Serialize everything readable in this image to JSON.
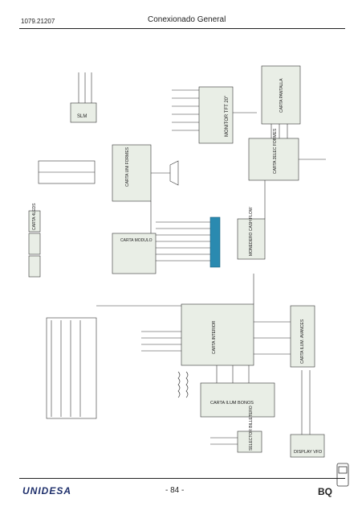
{
  "header": {
    "doc_code": "1079.21207",
    "title": "Conexionado General"
  },
  "footer": {
    "logo": "UNIDESA",
    "page": "- 84 -",
    "model": "BQ"
  },
  "diagram": {
    "labels": {
      "monitor": "MONITOR TFT 20\"",
      "slm": "SLM",
      "display_vfd": "DISPLAY VFD",
      "carta_ilum_bonos": "CARTA ILUM BONOS",
      "carta_ilum_avances": "CARTA ILUM. AVANCES",
      "carta_uniformes": "CARTA UNI FORMES",
      "carta_pantalla": "CARTA PANTALLA",
      "carta_2": "CARTA 2ELEC FORMES",
      "carta_4": "CARTA 4LEDS",
      "carta_interior": "CARTA INTERIOR",
      "selector": "SELECTOR BILLETERO",
      "monedero": "MONEDERO CASH FLOW",
      "loading": "CARTA MODULO"
    },
    "colors": {
      "line": "#333333",
      "module_fill": "#e9eee6",
      "bus": "#2a8ab0"
    }
  }
}
